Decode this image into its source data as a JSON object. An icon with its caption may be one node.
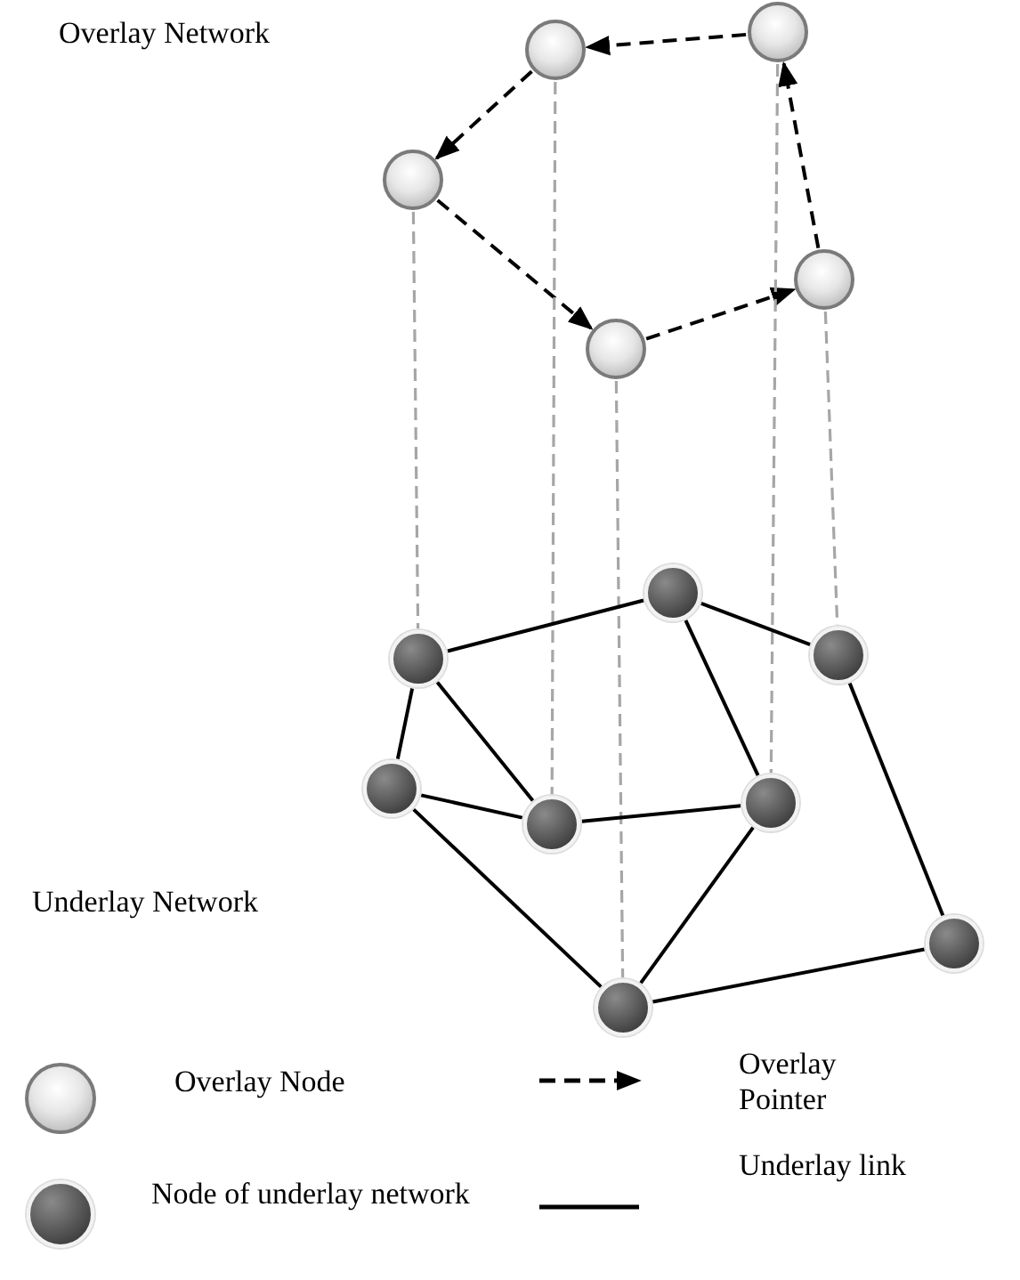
{
  "diagram": {
    "nodes": [
      {
        "text": [],
        "shape": "circle"
      },
      {
        "text": [],
        "shape": "circle"
      },
      {
        "text": [],
        "shape": "circle"
      },
      {
        "text": [],
        "shape": "circle"
      },
      {
        "text": [],
        "shape": "circle"
      },
      {
        "text": [],
        "shape": "circle"
      },
      {
        "text": [],
        "shape": "circle"
      },
      {
        "text": [],
        "shape": "circle"
      },
      {
        "text": [],
        "shape": "circle"
      },
      {
        "text": [],
        "shape": "circle"
      },
      {
        "text": [],
        "shape": "circle"
      },
      {
        "text": [],
        "shape": "circle"
      },
      {
        "text": [],
        "shape": "circle"
      }
    ],
    "edges": [
      {
        "from": 0,
        "to": 1,
        "arrow": "to",
        "style": "dashed"
      },
      {
        "from": 1,
        "to": 2,
        "arrow": "to",
        "style": "dashed"
      },
      {
        "from": 2,
        "to": 4,
        "arrow": "to",
        "style": "dashed"
      },
      {
        "from": 4,
        "to": 3,
        "arrow": "to",
        "style": "dashed"
      },
      {
        "from": 3,
        "to": 0,
        "arrow": "to",
        "style": "dashed"
      },
      {
        "from": 2,
        "to": 6,
        "arrow": "none",
        "style": "dashed",
        "color": "#a6a6a6"
      },
      {
        "from": 1,
        "to": 10,
        "arrow": "none",
        "style": "dashed",
        "color": "#a6a6a6"
      },
      {
        "from": 4,
        "to": 12,
        "arrow": "none",
        "style": "dashed",
        "color": "#a6a6a6"
      },
      {
        "from": 0,
        "to": 9,
        "arrow": "none",
        "style": "dashed",
        "color": "#a6a6a6"
      },
      {
        "from": 3,
        "to": 7,
        "arrow": "none",
        "style": "dashed",
        "color": "#a6a6a6"
      },
      {
        "from": 6,
        "to": 5,
        "arrow": "none"
      },
      {
        "from": 5,
        "to": 7,
        "arrow": "none"
      },
      {
        "from": 6,
        "to": 8,
        "arrow": "none"
      },
      {
        "from": 6,
        "to": 10,
        "arrow": "none"
      },
      {
        "from": 8,
        "to": 10,
        "arrow": "none"
      },
      {
        "from": 10,
        "to": 9,
        "arrow": "none"
      },
      {
        "from": 5,
        "to": 9,
        "arrow": "none"
      },
      {
        "from": 7,
        "to": 11,
        "arrow": "none"
      },
      {
        "from": 8,
        "to": 12,
        "arrow": "none"
      },
      {
        "from": 9,
        "to": 12,
        "arrow": "none"
      },
      {
        "from": 11,
        "to": 12,
        "arrow": "none"
      }
    ],
    "labels": [
      "Overlay Network",
      "Underlay Network"
    ],
    "legend": [
      {
        "text": "Overlay Node"
      },
      {
        "text": "Overlay Pointer"
      },
      {
        "text": "Node of underlay network"
      },
      {
        "text": "Underlay link"
      }
    ]
  }
}
